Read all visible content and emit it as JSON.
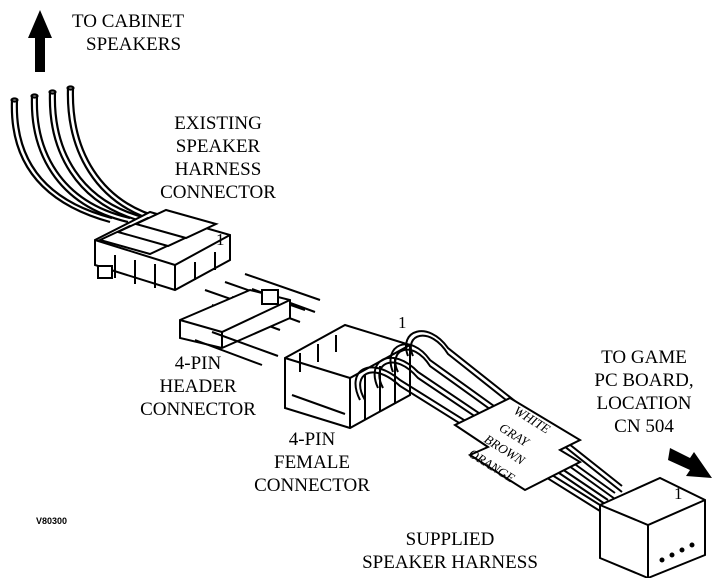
{
  "labels": {
    "to_cabinet": [
      "TO CABINET",
      "SPEAKERS"
    ],
    "existing": [
      "EXISTING",
      "SPEAKER",
      "HARNESS",
      "CONNECTOR"
    ],
    "header": [
      "4-PIN",
      "HEADER",
      "CONNECTOR"
    ],
    "female": [
      "4-PIN",
      "FEMALE",
      "CONNECTOR"
    ],
    "to_game": [
      "TO GAME",
      "PC BOARD,",
      "LOCATION",
      "CN 504"
    ],
    "supplied": [
      "SUPPLIED",
      "SPEAKER HARNESS"
    ]
  },
  "pin_marker": "1",
  "wire_colors": [
    "WHITE",
    "GRAY",
    "BROWN",
    "ORANGE"
  ],
  "figure_code": "V80300"
}
